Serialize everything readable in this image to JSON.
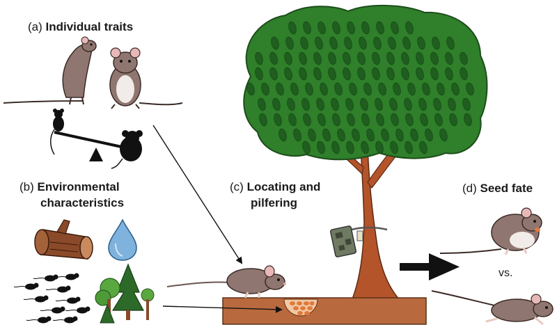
{
  "panels": {
    "a": {
      "prefix": "(a)",
      "title": "Individual traits"
    },
    "b": {
      "prefix": "(b)",
      "title_line1": "Environmental",
      "title_line2": "characteristics"
    },
    "c": {
      "prefix": "(c)",
      "title_line1": "Locating and",
      "title_line2": "pilfering"
    },
    "d": {
      "prefix": "(d)",
      "title": "Seed fate"
    }
  },
  "vs_text": "vs.",
  "colors": {
    "canopy": "#2f7f2b",
    "leaf": "#1f5e1e",
    "trunk": "#b4542a",
    "ground": "#b86a3e",
    "mouse_body": "#8f7670",
    "mouse_belly": "#f1ece9",
    "mouse_ear": "#e8b8b8",
    "seed": "#e07a3a",
    "water": "#7fb2dd",
    "log": "#8a4a2a",
    "camera": "#6e7a62",
    "silhouette": "#111111"
  },
  "icons": [
    "mouse-climbing-icon",
    "mouse-sitting-icon",
    "seesaw-icon",
    "log-icon",
    "water-drop-icon",
    "mice-group-icon",
    "forest-icon",
    "tree-icon",
    "camera-trap-icon",
    "seed-cache-icon",
    "mouse-pilfering-icon",
    "mouse-eating-icon",
    "mouse-running-icon",
    "big-arrow-icon"
  ]
}
